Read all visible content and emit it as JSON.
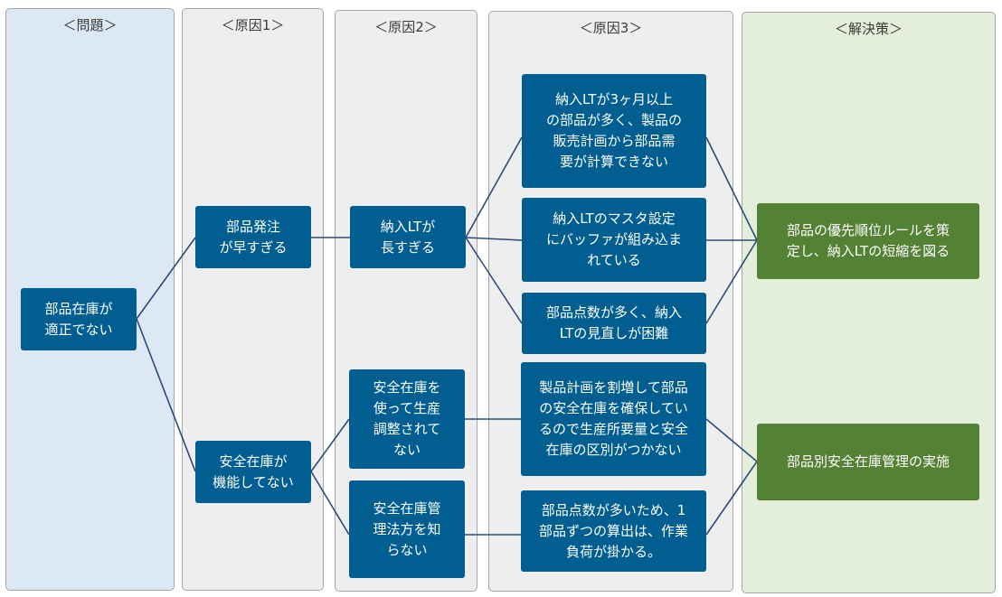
{
  "columns": {
    "problem": "＜問題＞",
    "cause1": "＜原因1＞",
    "cause2": "＜原因2＞",
    "cause3": "＜原因3＞",
    "solution": "＜解決策＞"
  },
  "nodes": {
    "problem": "部品在庫が\n適正でない",
    "c1_top": "部品発注\nが早すぎる",
    "c1_bottom": "安全在庫が\n機能してない",
    "c2_top": "納入LTが\n長すぎる",
    "c2_mid": "安全在庫を\n使って生産\n調整されて\nない",
    "c2_bottom": "安全在庫管\n理法方を知\nらない",
    "c3_1": "納入LTが3ヶ月以上\nの部品が多く、製品の\n販売計画から部品需\n要が計算できない",
    "c3_2": "納入LTのマスタ設定\nにバッファが組み込ま\nれている",
    "c3_3": "部品点数が多く、納入\nLTの見直しが困難",
    "c3_4": "製品計画を割増して部品\nの安全在庫を確保してい\nるので生産所要量と安全\n在庫の区別がつかない",
    "c3_5": "部品点数が多いため、1\n部品ずつの算出は、作業\n負荷が掛かる。",
    "sol_top": "部品の優先順位ルールを策\n定し、納入LTの短縮を図る",
    "sol_bottom": "部品別安全在庫管理の実施"
  },
  "colors": {
    "node_blue": "#005e91",
    "node_green": "#548235",
    "connector": "#2e4a7a",
    "problem_bg": "#dce9f5",
    "cause_bg": "#eeeeee",
    "solution_bg": "#e3efda"
  }
}
